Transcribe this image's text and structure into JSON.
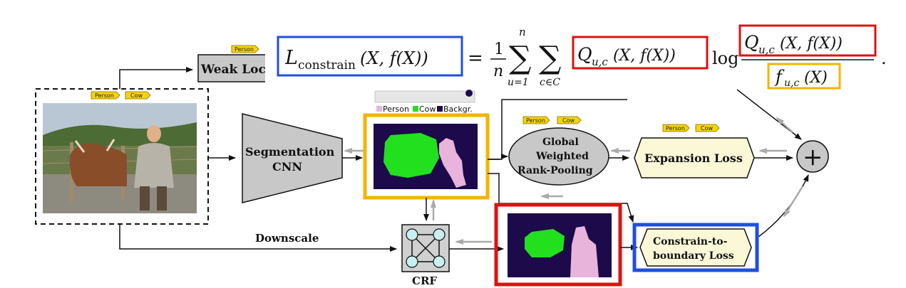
{
  "formula": {
    "lhs_symbol": "L",
    "lhs_subscript": "constrain",
    "lhs_args": "(X, f(X))",
    "equals": "=",
    "fraction_num": "1",
    "fraction_den": "n",
    "sum1_top": "n",
    "sum1_bottom": "u=1",
    "sum2_bottom": "c∈C",
    "q_symbol": "Q",
    "q_subscript": "u,c",
    "q_args": "(X, f(X))",
    "log": "log",
    "frac_top_symbol": "Q",
    "frac_top_subscript": "u,c",
    "frac_top_args": "(X, f(X))",
    "frac_bottom_symbol": "f",
    "frac_bottom_subscript": "u,c",
    "frac_bottom_args": "(X)",
    "period": "."
  },
  "nodes": {
    "weak_loc": "Weak Loc",
    "seg_cnn_line1": "Segmentation",
    "seg_cnn_line2": "CNN",
    "gwrp_line1": "Global",
    "gwrp_line2": "Weighted",
    "gwrp_line3": "Rank-Pooling",
    "expansion_loss": "Expansion Loss",
    "constrain_line1": "Constrain-to-",
    "constrain_line2": "boundary Loss",
    "crf": "CRF",
    "downscale": "Downscale",
    "sum_symbol": "+"
  },
  "tags": {
    "person": "Person",
    "cow": "Cow"
  },
  "legend": {
    "person": "Person",
    "cow": "Cow",
    "background": "Backgr."
  },
  "colors": {
    "blue_highlight": "#1f4fe0",
    "red_highlight": "#e01010",
    "orange_highlight": "#f5b400",
    "mask_background": "#1c0a4a",
    "mask_cow": "#22e01e",
    "mask_person": "#e8b4dc",
    "tag_yellow": "#f4d40a",
    "node_grey": "#c8c8c8",
    "loss_fill": "#fbf8d8"
  }
}
